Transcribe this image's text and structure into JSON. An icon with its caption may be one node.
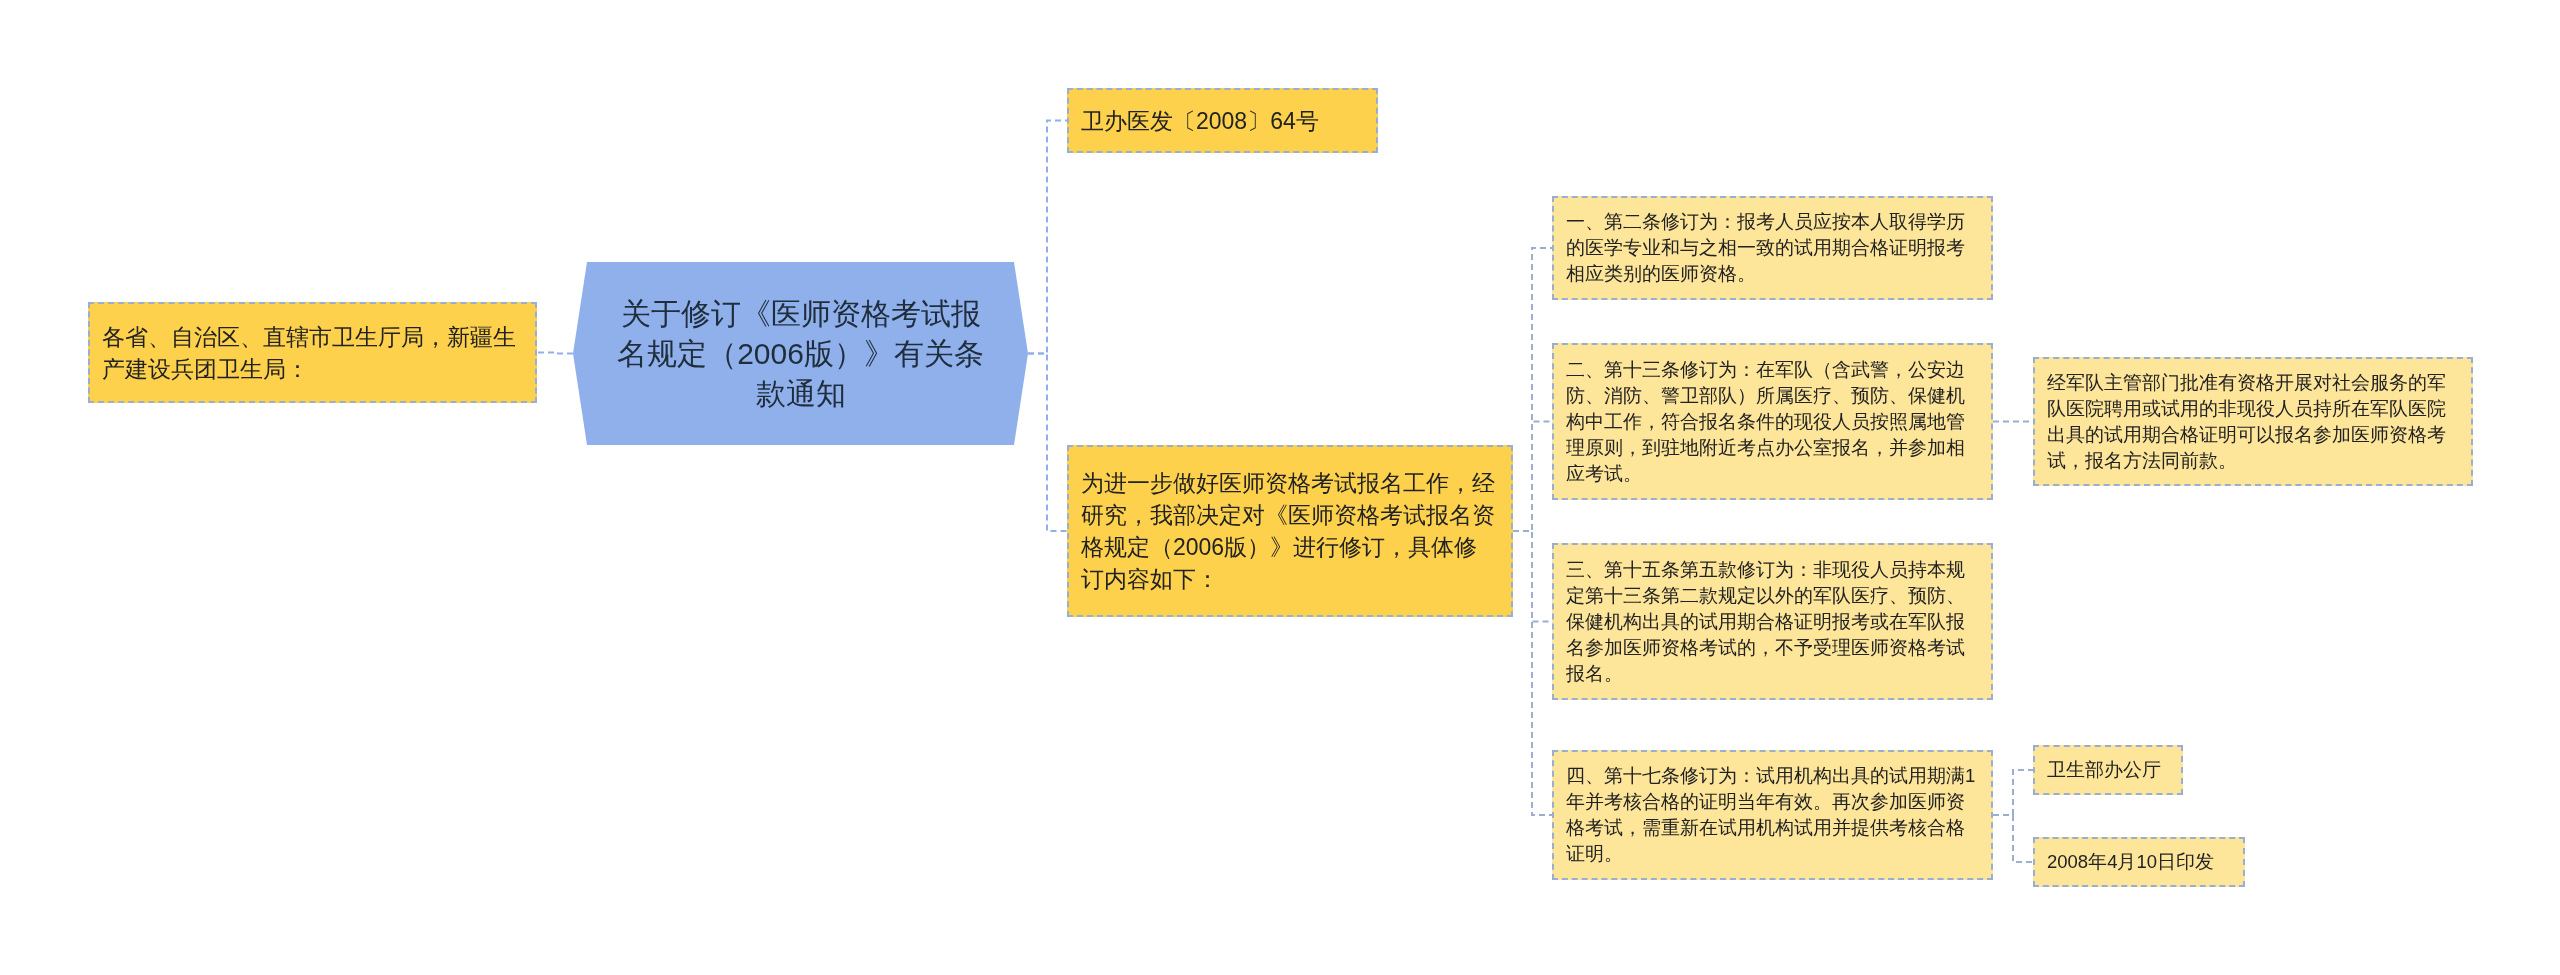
{
  "diagram": {
    "nodes": [
      {
        "text": [
          "关于修订《医师资格考试报名规定（2006版）》有关条款通知"
        ]
      },
      {
        "text": [
          "各省、自治区、直辖市卫生厅局，新疆生产建设兵团卫生局："
        ]
      },
      {
        "text": [
          "卫办医发〔2008〕64号"
        ]
      },
      {
        "text": [
          "为进一步做好医师资格考试报名工作，经研究，我部决定对《医师资格考试报名资格规定（2006版）》进行修订，具体修订内容如下："
        ]
      },
      {
        "text": [
          "一、第二条修订为：报考人员应按本人取得学历的医学专业和与之相一致的试用期合格证明报考相应类别的医师资格。"
        ]
      },
      {
        "text": [
          "二、第十三条修订为：在军队（含武警，公安边防、消防、警卫部队）所属医疗、预防、保健机构中工作，符合报名条件的现役人员按照属地管理原则，到驻地附近考点办公室报名，并参加相应考试。"
        ]
      },
      {
        "text": [
          "经军队主管部门批准有资格开展对社会服务的军队医院聘用或试用的非现役人员持所在军队医院出具的试用期合格证明可以报名参加医师资格考试，报名方法同前款。"
        ]
      },
      {
        "text": [
          "三、第十五条第五款修订为：非现役人员持本规定第十三条第二款规定以外的军队医疗、预防、保健机构出具的试用期合格证明报考或在军队报名参加医师资格考试的，不予受理医师资格考试报名。"
        ]
      },
      {
        "text": [
          "四、第十七条修订为：试用机构出具的试用期满1年并考核合格的证明当年有效。再次参加医师资格考试，需重新在试用机构试用并提供考核合格证明。"
        ]
      },
      {
        "text": [
          "卫生部办公厅"
        ]
      },
      {
        "text": [
          "2008年4月10日印发"
        ]
      }
    ],
    "edges": [
      {
        "from": 0,
        "to": 1,
        "arrow": "none"
      },
      {
        "from": 0,
        "to": 2,
        "arrow": "none"
      },
      {
        "from": 0,
        "to": 3,
        "arrow": "none"
      },
      {
        "from": 3,
        "to": 4,
        "arrow": "none"
      },
      {
        "from": 3,
        "to": 5,
        "arrow": "none"
      },
      {
        "from": 5,
        "to": 6,
        "arrow": "none"
      },
      {
        "from": 3,
        "to": 7,
        "arrow": "none"
      },
      {
        "from": 3,
        "to": 8,
        "arrow": "none"
      },
      {
        "from": 8,
        "to": 9,
        "arrow": "none"
      },
      {
        "from": 8,
        "to": 10,
        "arrow": "none"
      }
    ]
  }
}
